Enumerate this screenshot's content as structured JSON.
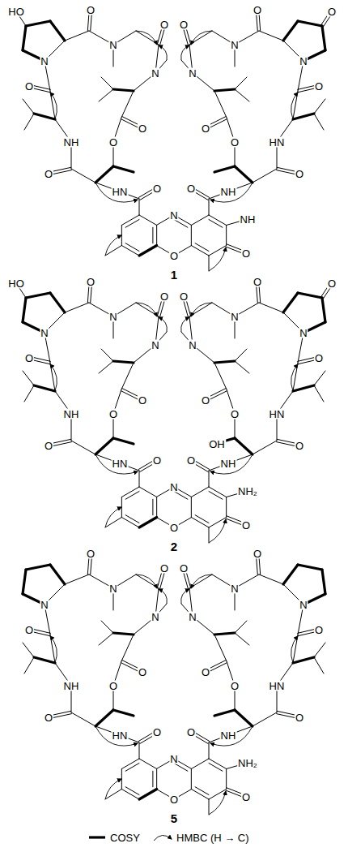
{
  "diagram": {
    "labels": [
      "HO",
      "O",
      "N",
      "O",
      "N",
      "N",
      "O",
      "O",
      "O",
      "NH",
      "O",
      "HN",
      "O",
      "O",
      "O",
      "N",
      "O",
      "N",
      "N",
      "O",
      "O",
      "O",
      "HN",
      "O",
      "NH",
      "O",
      "N",
      "O",
      "O",
      "NH",
      "1",
      "HO",
      "O",
      "N",
      "O",
      "N",
      "N",
      "O",
      "O",
      "O",
      "NH",
      "O",
      "HN",
      "O",
      "O",
      "O",
      "N",
      "O",
      "N",
      "N",
      "O",
      "O",
      "O",
      "HN",
      "O",
      "NH",
      "O",
      "N",
      "O",
      "O",
      "NH₂",
      "OH",
      "2",
      "O",
      "N",
      "O",
      "N",
      "N",
      "O",
      "O",
      "O",
      "NH",
      "O",
      "HN",
      "O",
      "O",
      "N",
      "O",
      "N",
      "N",
      "O",
      "O",
      "O",
      "HN",
      "O",
      "NH",
      "O",
      "N",
      "O",
      "O",
      "NH₂",
      "5"
    ],
    "legend": [
      {
        "text": "COSY"
      },
      {
        "text": "HMBC (H → C)"
      }
    ]
  }
}
